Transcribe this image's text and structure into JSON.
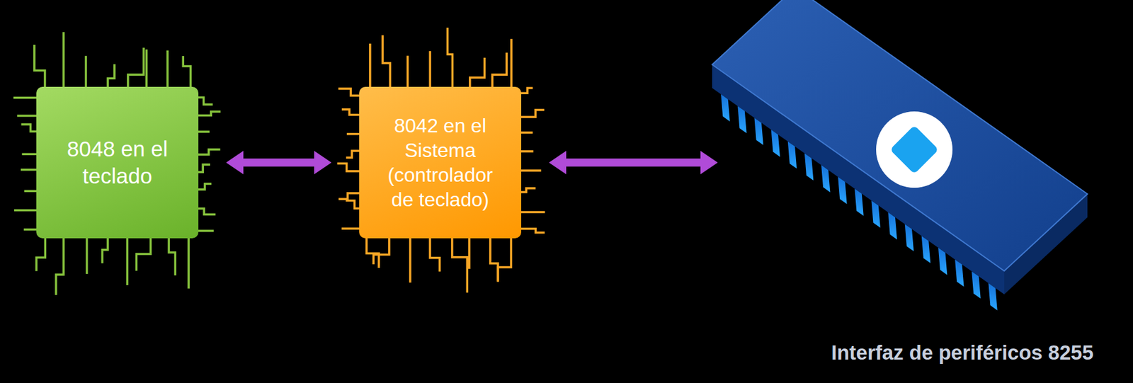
{
  "diagram": {
    "nodes": [
      {
        "text": [
          "8048 en el teclado"
        ]
      },
      {
        "text": [
          "8042 en el Sistema (controlador de teclado)"
        ]
      },
      {
        "text": [
          "Interfaz de periféricos 8255"
        ]
      }
    ],
    "edges": [
      {
        "from": 0,
        "to": 1,
        "arrow": "both"
      },
      {
        "from": 1,
        "to": 2,
        "arrow": "both"
      }
    ]
  }
}
